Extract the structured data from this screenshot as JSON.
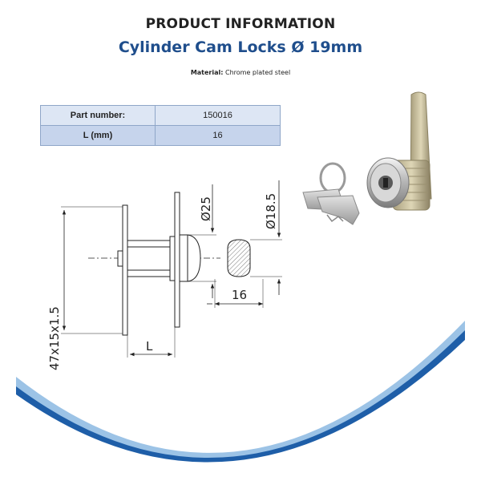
{
  "header": {
    "heading": "PRODUCT INFORMATION",
    "title": "Cylinder Cam Locks Ø 19mm",
    "material_label": "Material:",
    "material_value": "Chrome plated steel"
  },
  "spec_table": {
    "rows": [
      {
        "label": "Part number:",
        "value": "150016"
      },
      {
        "label": "L (mm)",
        "value": "16"
      }
    ]
  },
  "drawing": {
    "dim_panel": "47x15x1.5",
    "dim_flange": "Ø25",
    "dim_cam_dia": "Ø18.5",
    "dim_cam_width": "16",
    "dim_length": "L"
  },
  "colors": {
    "title_blue": "#1f4e8c",
    "table_row_light": "#dde6f4",
    "table_row_dark": "#c6d4ec",
    "swoosh_dark": "#1e5ea8",
    "swoosh_light": "#9cc3e6"
  }
}
